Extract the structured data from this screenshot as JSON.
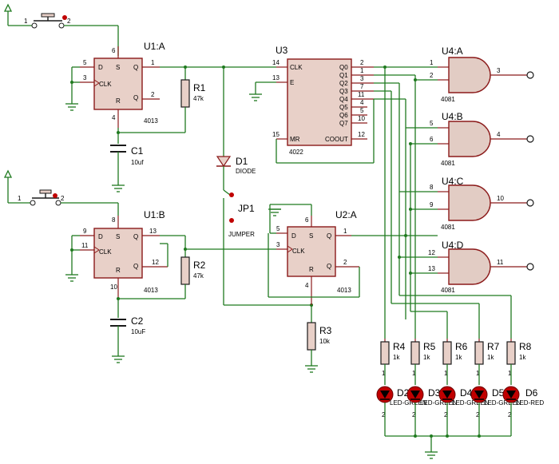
{
  "components": {
    "u1a": {
      "ref": "U1:A",
      "part": "4013",
      "pins": {
        "d": "D",
        "clk": "CLK",
        "s": "S",
        "r": "R",
        "q": "Q",
        "qbar": "Q",
        "n5": "5",
        "n3": "3",
        "n6": "6",
        "n4": "4",
        "n1": "1",
        "n2": "2"
      }
    },
    "u1b": {
      "ref": "U1:B",
      "part": "4013",
      "pins": {
        "d": "D",
        "clk": "CLK",
        "s": "S",
        "r": "R",
        "q": "Q",
        "qbar": "Q",
        "n9": "9",
        "n11": "11",
        "n8": "8",
        "n10": "10",
        "n13": "13",
        "n12": "12"
      }
    },
    "u2a": {
      "ref": "U2:A",
      "part": "4013",
      "pins": {
        "d": "D",
        "clk": "CLK",
        "s": "S",
        "r": "R",
        "q": "Q",
        "qbar": "Q",
        "n5": "5",
        "n3": "3",
        "n6": "6",
        "n4": "4",
        "n1": "1",
        "n2": "2"
      }
    },
    "u3": {
      "ref": "U3",
      "part": "4022",
      "pins": {
        "clk": "CLK",
        "e": "E",
        "mr": "MR",
        "q0": "Q0",
        "q1": "Q1",
        "q2": "Q2",
        "q3": "Q3",
        "q4": "Q4",
        "q5": "Q5",
        "q6": "Q6",
        "q7": "Q7",
        "coout": "COOUT",
        "n14": "14",
        "n13": "13",
        "n15": "15",
        "n2": "2",
        "n1": "1",
        "n3": "3",
        "n7": "7",
        "n11": "11",
        "n4": "4",
        "n5": "5",
        "n10": "10",
        "n12": "12"
      }
    },
    "u4a": {
      "ref": "U4:A",
      "part": "4081",
      "in1": "1",
      "in2": "2",
      "out": "3"
    },
    "u4b": {
      "ref": "U4:B",
      "part": "4081",
      "in1": "5",
      "in2": "6",
      "out": "4"
    },
    "u4c": {
      "ref": "U4:C",
      "part": "4081",
      "in1": "8",
      "in2": "9",
      "out": "10"
    },
    "u4d": {
      "ref": "U4:D",
      "part": "4081",
      "in1": "12",
      "in2": "13",
      "out": "11"
    },
    "r1": {
      "ref": "R1",
      "value": "47k"
    },
    "r2": {
      "ref": "R2",
      "value": "47k"
    },
    "r3": {
      "ref": "R3",
      "value": "10k"
    },
    "r4": {
      "ref": "R4",
      "value": "1k"
    },
    "r5": {
      "ref": "R5",
      "value": "1k"
    },
    "r6": {
      "ref": "R6",
      "value": "1k"
    },
    "r7": {
      "ref": "R7",
      "value": "1k"
    },
    "r8": {
      "ref": "R8",
      "value": "1k"
    },
    "c1": {
      "ref": "C1",
      "value": "10uf"
    },
    "c2": {
      "ref": "C2",
      "value": "10uF"
    },
    "d1": {
      "ref": "D1",
      "part": "DIODE"
    },
    "jp1": {
      "ref": "JP1",
      "part": "JUMPER"
    },
    "leds": [
      {
        "ref": "D2",
        "part": "LED-GREEN"
      },
      {
        "ref": "D3",
        "part": "LED-GREEN"
      },
      {
        "ref": "D4",
        "part": "LED-GREEN"
      },
      {
        "ref": "D5",
        "part": "LED-GREEN"
      },
      {
        "ref": "D6",
        "part": "LED-RED"
      }
    ],
    "sw1": {
      "pin1": "1",
      "pin2": "2"
    },
    "sw2": {
      "pin1": "1",
      "pin2": "2"
    },
    "rpins": {
      "top": "1",
      "bottom": "2"
    }
  },
  "colors": {
    "wire": "#1f7a1f",
    "outline": "#8b1a1a",
    "body": "#e8d0c8",
    "led": "#c00000"
  }
}
